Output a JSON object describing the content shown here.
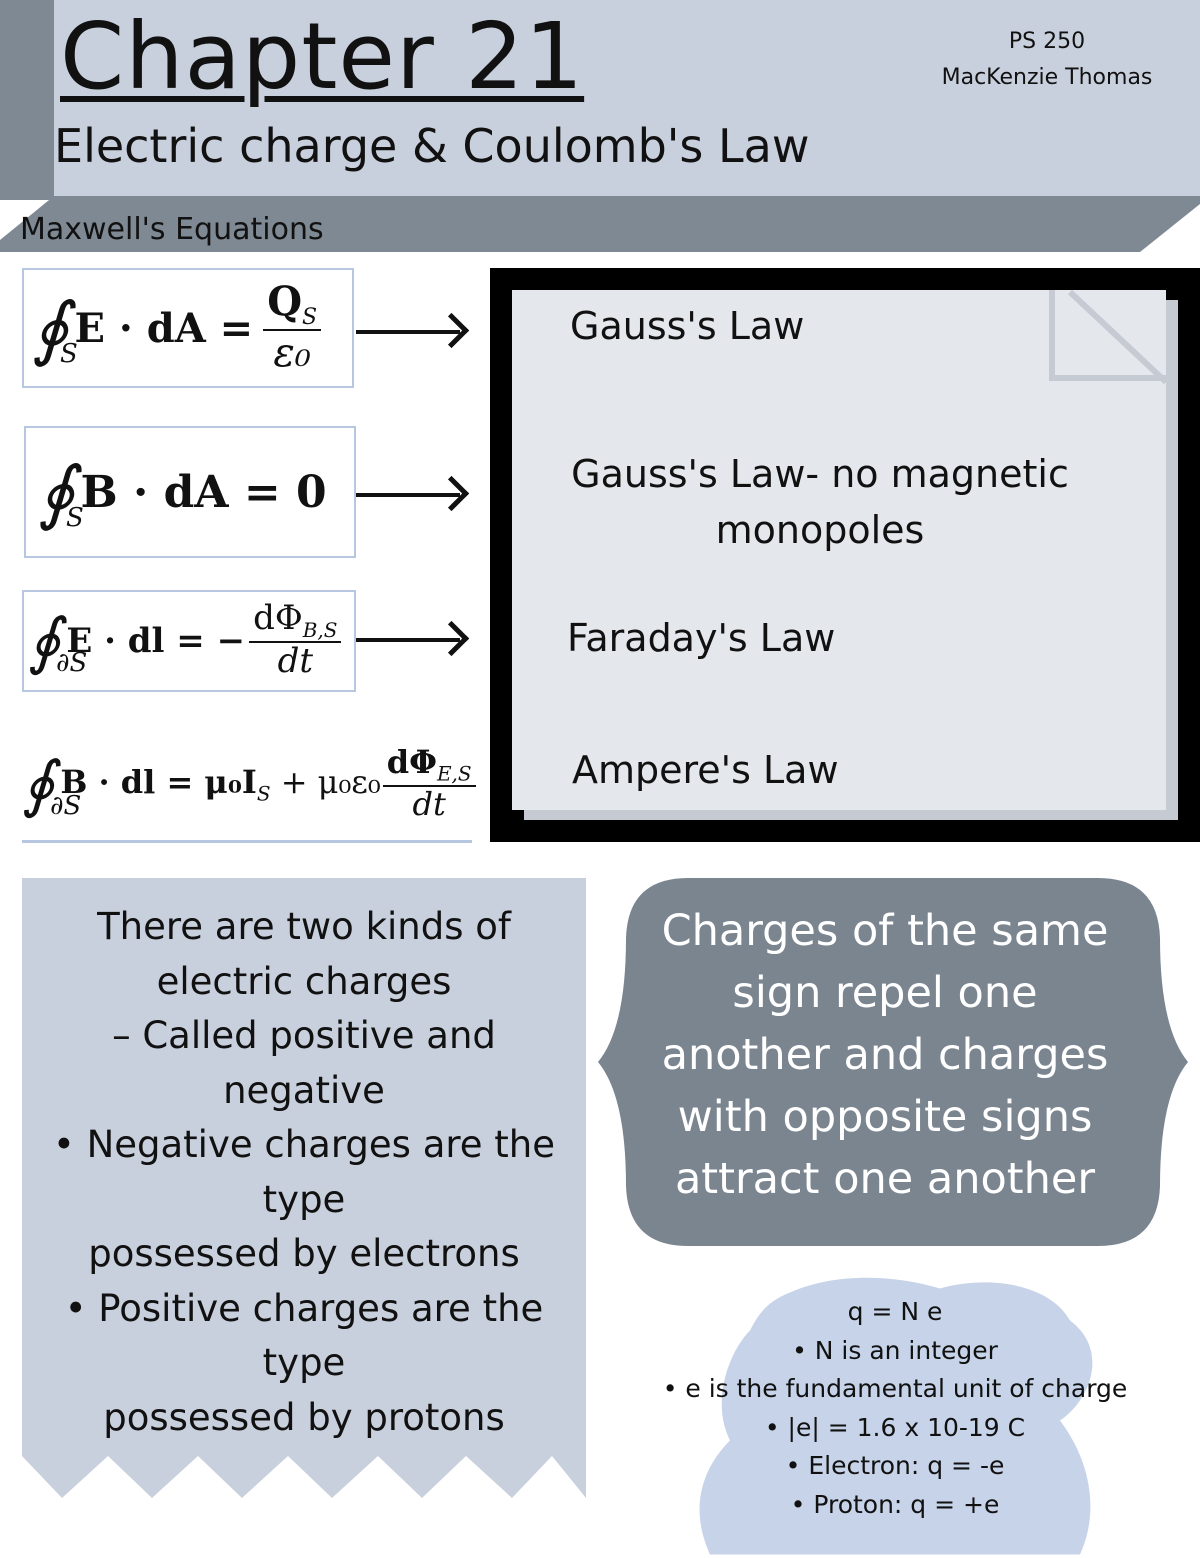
{
  "header": {
    "title": "Chapter 21",
    "subtitle": "Electric charge & Coulomb's Law",
    "course": "PS 250",
    "author": "MacKenzie Thomas",
    "section_label": "Maxwell's Equations"
  },
  "equations": [
    {
      "symbol": "∮",
      "domain": "S",
      "lhs": "E · dA =",
      "num": "Q",
      "num_sub": "S",
      "den": "ε₀"
    },
    {
      "symbol": "∮",
      "domain": "S",
      "lhs": "B · dA = 0"
    },
    {
      "symbol": "∮",
      "domain": "∂S",
      "lhs": "E · dl = −",
      "num": "dΦ",
      "num_sub": "B,S",
      "den": "dt"
    },
    {
      "symbol": "∮",
      "domain": "∂S",
      "lhs": "B · dl = μ₀I",
      "lhs_sub": "S",
      "lhs_tail": " + μ₀ε₀",
      "num": "dΦ",
      "num_sub": "E,S",
      "den": "dt"
    }
  ],
  "laws": [
    "Gauss's Law",
    "Gauss's Law- no magnetic",
    "monopoles",
    "Faraday's Law",
    "Ampere's Law"
  ],
  "charges_box": {
    "lines": [
      "There are two kinds of",
      "electric charges",
      "– Called positive and",
      "negative",
      "• Negative charges are the",
      "type",
      "possessed by electrons",
      "• Positive charges are the",
      "type",
      "possessed by protons"
    ]
  },
  "repel_box": {
    "lines": [
      "Charges of the same",
      "sign repel one",
      "another and charges",
      "with opposite signs",
      "attract one another"
    ]
  },
  "quantization": {
    "lines": [
      "q = N e",
      "• N is an integer",
      "• e is the fundamental unit of charge",
      "• |e| = 1.6 x 10-19 C",
      "• Electron: q = -e",
      "• Proton: q = +e"
    ]
  },
  "colors": {
    "header_bg": "#c9d0dd",
    "band": "#7e8993",
    "eq_border": "#b7c7e1",
    "paper": "#e4e7ec",
    "charge_box": "#c9d0dd",
    "repel_box": "#7a8590",
    "blob": "#c6d3e8"
  }
}
